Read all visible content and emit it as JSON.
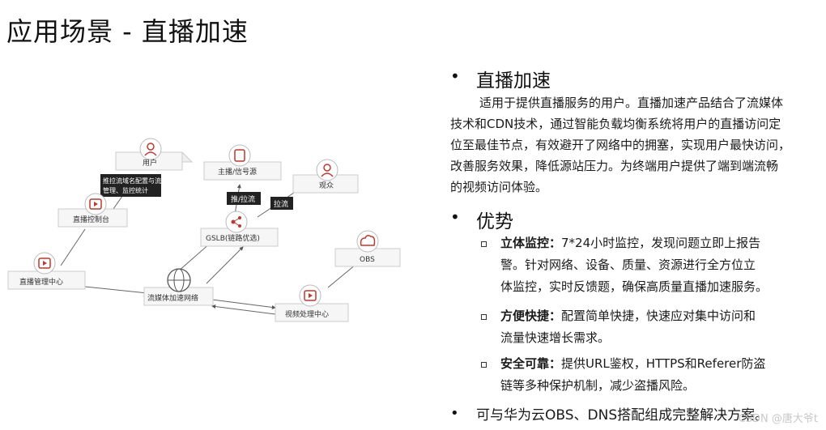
{
  "title": "应用场景 - 直播加速",
  "diagram": {
    "nodes": {
      "user": "用户",
      "anchor_source": "主播/信号源",
      "audience": "观众",
      "live_control": "直播控制台",
      "gslb": "GSLB(链路优选)",
      "obs": "OBS",
      "live_mgmt": "直播管理中心",
      "stream_net": "流媒体加速网络",
      "video_proc": "视频处理中心"
    },
    "tags": {
      "push_pull": "推/拉流",
      "pull": "拉流",
      "config_line1": "推拉流域名配置与流",
      "config_line2": "管理、监控统计"
    }
  },
  "sections": {
    "live": {
      "heading": "直播加速",
      "lines": [
        "适用于提供直播服务的用户。直播加速产品结合了流媒体",
        "技术和CDN技术，通过智能负载均衡系统将用户的直播访问定",
        "位至最佳节点，有效避开了网络中的拥塞，实现用户最快访问，",
        "改善服务效果，降低源站压力。为终端用户提供了端到端流畅",
        "的视频访问体验。"
      ]
    },
    "advantages": {
      "heading": "优势",
      "items": [
        {
          "label": "立体监控：",
          "lines": [
            "7*24小时监控，发现问题立即上报告",
            "警。针对网络、设备、质量、资源进行全方位立",
            "体监控，实时反馈题，确保高质量直播加速服务。"
          ]
        },
        {
          "label": "方便快捷：",
          "lines": [
            "配置简单快捷，快速应对集中访问和",
            "流量快速增长需求。"
          ]
        },
        {
          "label": "安全可靠：",
          "lines": [
            "提供URL鉴权，HTTPS和Referer防盗",
            "链等多种保护机制，减少盗播风险。"
          ]
        }
      ]
    },
    "last": "可与华为云OBS、DNS搭配组成完整解决方案。"
  },
  "watermark": "CSDN @唐大爷t"
}
